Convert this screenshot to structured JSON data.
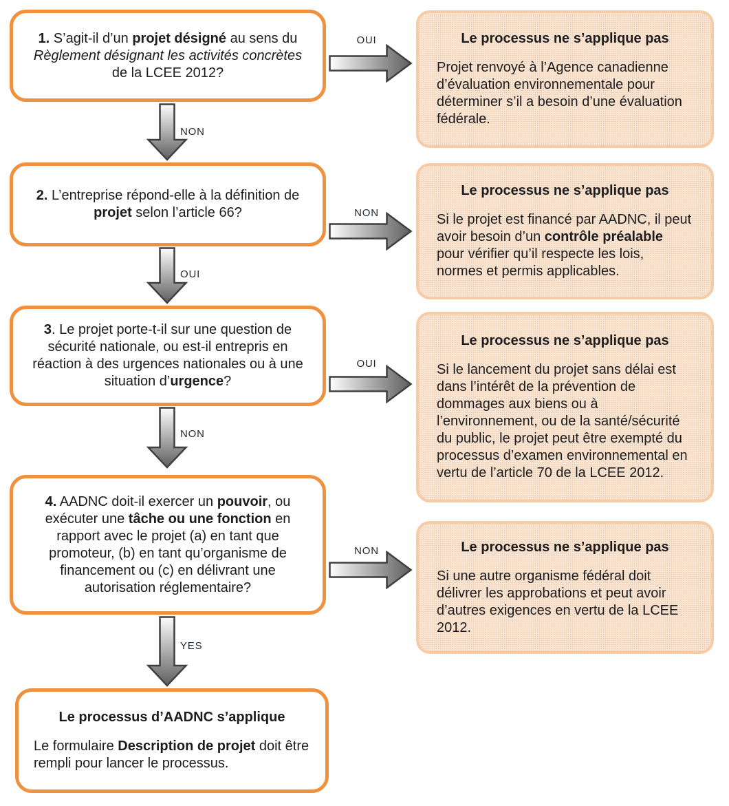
{
  "colors": {
    "question_border": "#F0913F",
    "outcome_border": "#F6CBA5",
    "outcome_pattern_dot": "#EEC19C",
    "arrow_outline": "#3F3F3F",
    "arrow_gradient_light": "#FDFDFD",
    "arrow_gradient_dark": "#5E5E5E",
    "text": "#1C1C1E"
  },
  "flow": {
    "steps": [
      {
        "question_rich": [
          {
            "t": "1.",
            "b": 1
          },
          {
            "t": " S’agit-il d’un "
          },
          {
            "t": "projet désigné",
            "b": 1
          },
          {
            "t": " au sens du "
          },
          {
            "t": "Règlement désignant les activités concrètes",
            "i": 1
          },
          {
            "t": " de la LCEE 2012?"
          }
        ],
        "down_label": "NON",
        "side_label": "OUI",
        "outcome": {
          "title": "Le processus ne s’applique pas",
          "body_rich": [
            {
              "t": "Projet renvoyé à l’Agence canadienne d’évaluation environnementale pour déterminer s’il a besoin d’une évaluation fédérale."
            }
          ]
        }
      },
      {
        "question_rich": [
          {
            "t": "2.",
            "b": 1
          },
          {
            "t": " L’entreprise répond-elle à la définition de "
          },
          {
            "t": "projet",
            "b": 1
          },
          {
            "t": " selon l’article 66?"
          }
        ],
        "down_label": "OUI",
        "side_label": "NON",
        "outcome": {
          "title": "Le processus ne s’applique pas",
          "body_rich": [
            {
              "t": "Si le projet est financé par AADNC, il peut avoir besoin d’un "
            },
            {
              "t": "contrôle préalable",
              "b": 1
            },
            {
              "t": " pour vérifier qu’il respecte les lois, normes et permis applicables."
            }
          ]
        }
      },
      {
        "question_rich": [
          {
            "t": "3",
            "b": 1
          },
          {
            "t": ". Le projet porte-t-il sur une question de sécurité nationale, ou est-il entrepris en réaction à des urgences nationales ou à une situation d’"
          },
          {
            "t": "urgence",
            "b": 1
          },
          {
            "t": "?"
          }
        ],
        "down_label": "NON",
        "side_label": "OUI",
        "outcome": {
          "title": "Le processus ne s’applique pas",
          "body_rich": [
            {
              "t": "Si le lancement du projet sans délai est dans l’intérêt de la prévention de dommages aux biens ou à l’environnement, ou de la santé/sécurité du public, le projet peut être exempté du processus d’examen environnemental en vertu de l’article 70 de la LCEE 2012."
            }
          ]
        }
      },
      {
        "question_rich": [
          {
            "t": "4.",
            "b": 1
          },
          {
            "t": " AADNC doit-il exercer un "
          },
          {
            "t": "pouvoir",
            "b": 1
          },
          {
            "t": ", ou exécuter une "
          },
          {
            "t": "tâche ou une fonction",
            "b": 1
          },
          {
            "t": " en rapport avec le projet (a) en tant que promoteur, (b) en tant qu’organisme de financement ou (c) en délivrant une autorisation réglementaire?"
          }
        ],
        "down_label": "YES",
        "side_label": "NON",
        "outcome": {
          "title": "Le processus ne s’applique pas",
          "body_rich": [
            {
              "t": "Si une autre organisme fédéral doit délivrer les approbations et peut avoir d’autres exigences en vertu de la LCEE 2012."
            }
          ]
        }
      }
    ],
    "final": {
      "title": "Le processus d’AADNC s’applique",
      "body_rich": [
        {
          "t": "Le formulaire "
        },
        {
          "t": "Description de projet",
          "b": 1
        },
        {
          "t": " doit être rempli pour lancer le processus."
        }
      ]
    }
  }
}
